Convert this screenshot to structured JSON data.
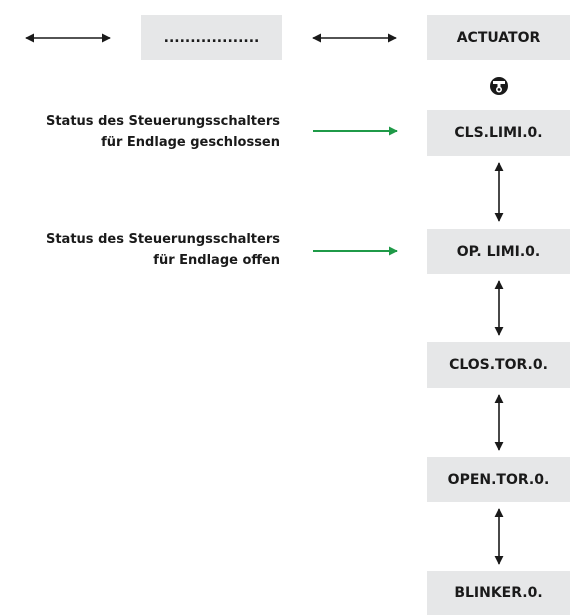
{
  "menu": {
    "placeholder": "..................",
    "boxes": [
      "ACTUATOR",
      "CLS.LIMI.0.",
      "OP. LIMI.0.",
      "CLOS.TOR.0.",
      "OPEN.TOR.0.",
      "BLINKER.0."
    ]
  },
  "descriptions": [
    {
      "line1": "Status des Steuerungsschalters",
      "line2": "für Endlage geschlossen"
    },
    {
      "line1": "Status des Steuerungsschalters",
      "line2": "für Endlage offen"
    }
  ],
  "colors": {
    "box_fill": "#e6e7e8",
    "arrow_black": "#1a1a1a",
    "arrow_green": "#1f9a48"
  },
  "icons": {
    "button_icon": "rotary-knob-icon"
  }
}
